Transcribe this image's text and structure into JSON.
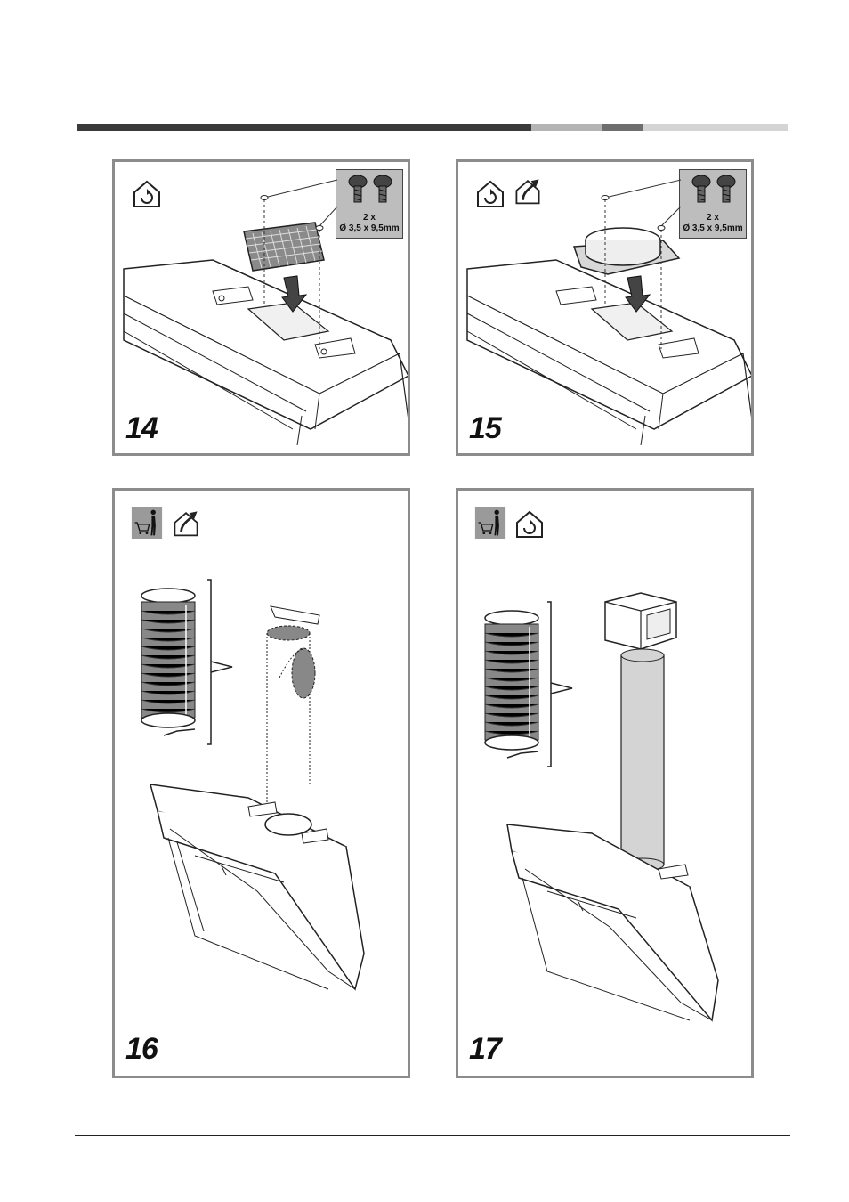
{
  "colors": {
    "bar_dark": "#3a3a3a",
    "bar_light": "#b4b4b4",
    "bar_mid": "#6e6e6e",
    "bar_pale": "#d4d4d4",
    "panel_border": "#8c8c8c"
  },
  "panels": [
    {
      "step": "14",
      "icons": [
        "recirculation-icon"
      ],
      "screw_qty": "2 x",
      "screw_size": "Ø 3,5 x 9,5mm"
    },
    {
      "step": "15",
      "icons": [
        "recirculation-icon",
        "exhaust-outlet-icon"
      ],
      "screw_qty": "2 x",
      "screw_size": "Ø 3,5 x 9,5mm"
    },
    {
      "step": "16",
      "icons": [
        "purchase-accessory-icon",
        "exhaust-outlet-icon"
      ]
    },
    {
      "step": "17",
      "icons": [
        "purchase-accessory-icon",
        "recirculation-icon"
      ]
    }
  ]
}
